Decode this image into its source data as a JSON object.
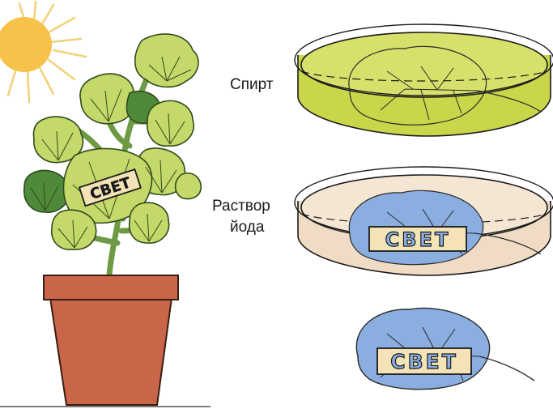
{
  "labels": {
    "alcohol": "Спирт",
    "iodine_line1": "Раствор",
    "iodine_line2": "йода"
  },
  "stencil_text": "СВЕТ",
  "colors": {
    "sun": "#f6c24a",
    "leaf_light": "#c5d86a",
    "leaf_dark": "#4f8a3a",
    "pot": "#c9664a",
    "alcohol_liquid": "#c9d64a",
    "iodine_liquid": "#f0dcc4",
    "leaf_iodine": "#8aaee0",
    "stencil_fill": "#f3e3b6"
  }
}
